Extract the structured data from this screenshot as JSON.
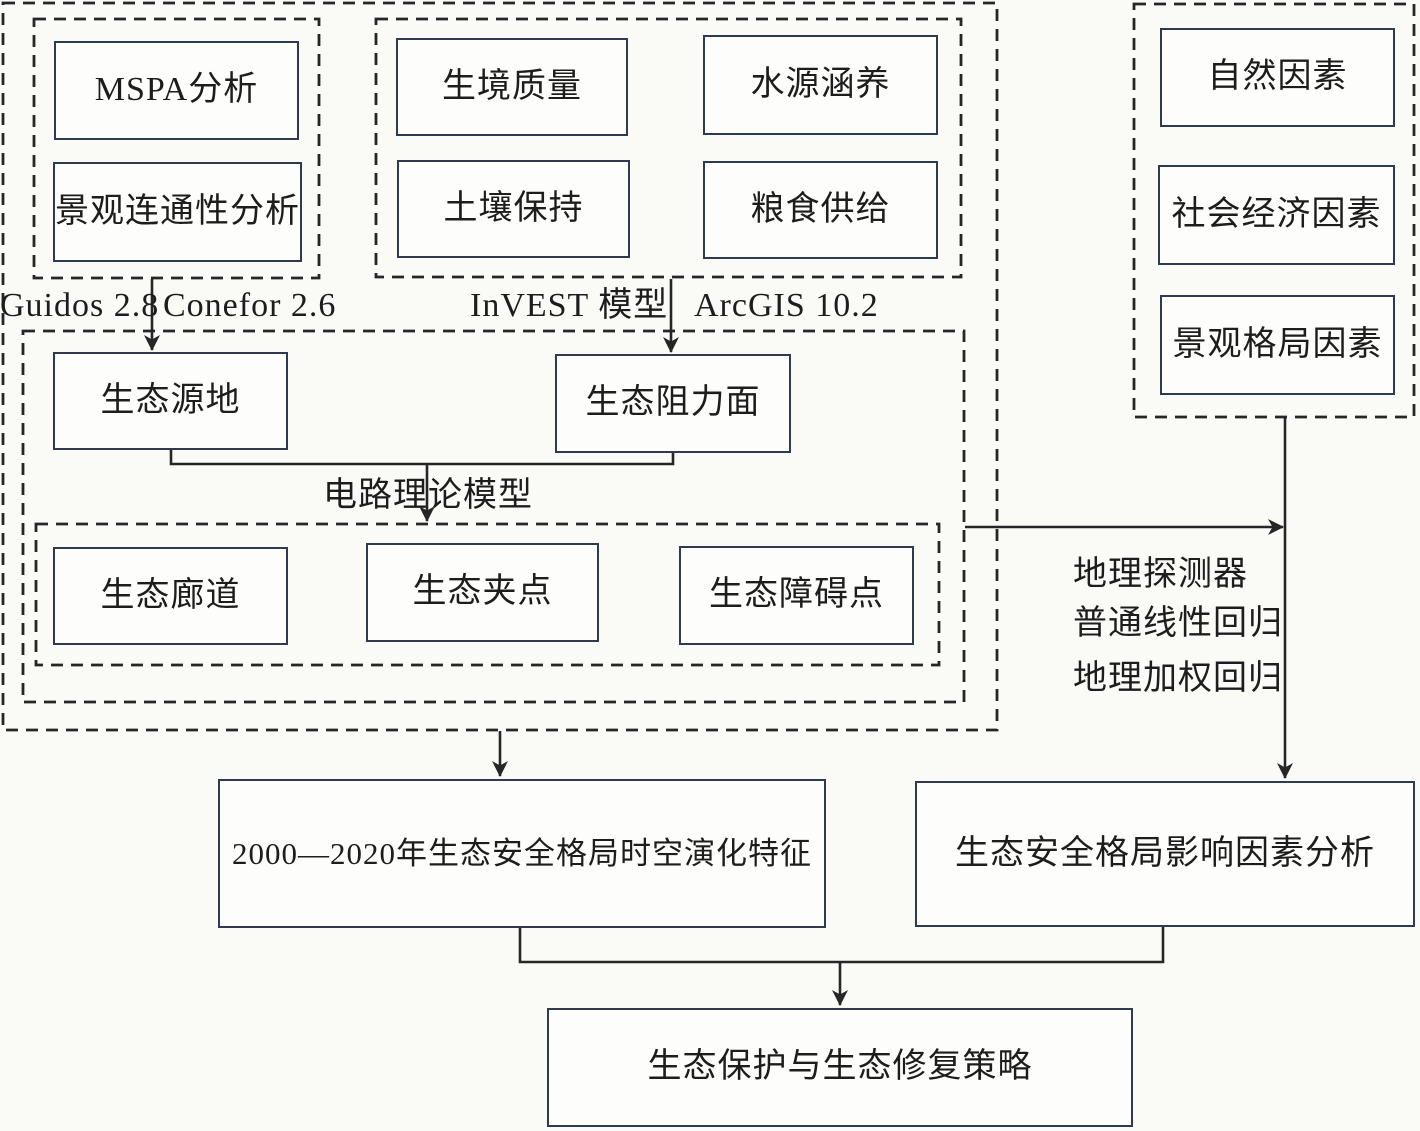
{
  "colors": {
    "background": "#fafaf7",
    "box_border": "#2f3a50",
    "dashed_border": "#262626",
    "line": "#262626",
    "text": "#1d1d1d"
  },
  "boxes": {
    "mspa": "MSPA分析",
    "landscape_connectivity": "景观连通性分析",
    "habitat_quality": "生境质量",
    "water_conservation": "水源涵养",
    "soil_retention": "土壤保持",
    "food_supply": "粮食供给",
    "natural_factors": "自然因素",
    "socioeconomic_factors": "社会经济因素",
    "landscape_pattern_factors": "景观格局因素",
    "ecological_source": "生态源地",
    "ecological_resistance_surface": "生态阻力面",
    "ecological_corridor": "生态廊道",
    "ecological_pinch_point": "生态夹点",
    "ecological_barrier_point": "生态障碍点",
    "spatiotemporal_evolution": "2000—2020年生态安全格局时空演化特征",
    "influencing_factors_analysis": "生态安全格局影响因素分析",
    "protection_restoration_strategy": "生态保护与生态修复策略"
  },
  "labels": {
    "guidos": "Guidos 2.8",
    "conefor": "Conefor 2.6",
    "invest": "InVEST 模型",
    "arcgis": "ArcGIS 10.2",
    "circuit_theory": "电路理论模型",
    "geo_detector": "地理探测器",
    "ols_regression": "普通线性回归",
    "gwr_regression": "地理加权回归"
  }
}
